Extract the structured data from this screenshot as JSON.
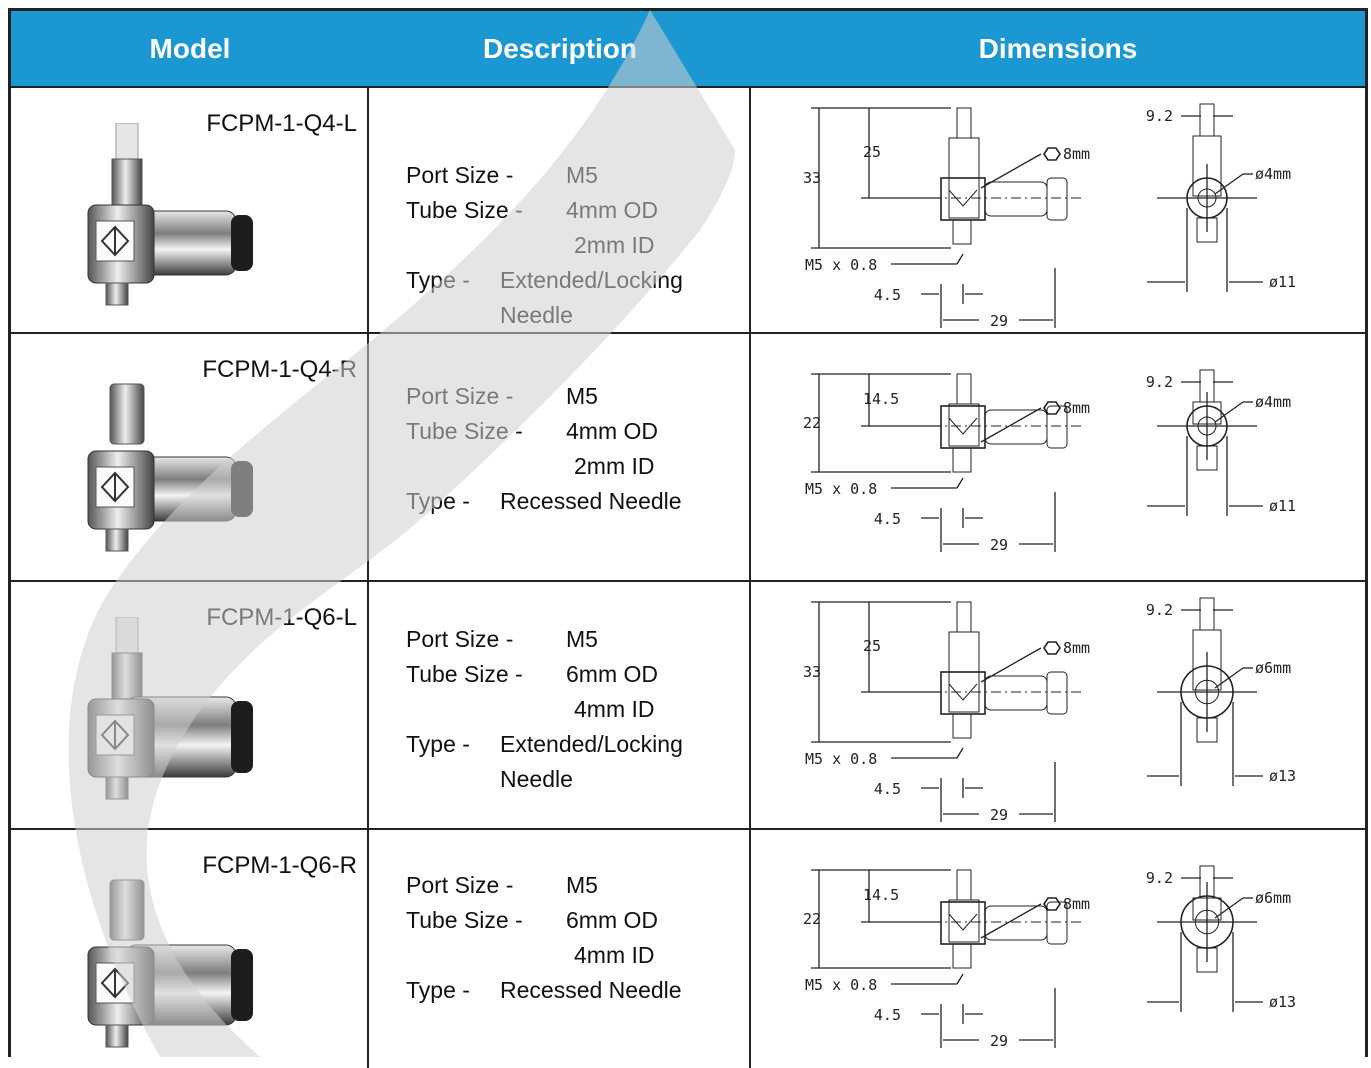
{
  "header": {
    "model": "Model",
    "description": "Description",
    "dimensions": "Dimensions"
  },
  "labels": {
    "port": "Port Size -",
    "tube": "Tube Size -",
    "type": "Type -"
  },
  "rows": [
    {
      "model": "FCPM-1-Q4-L",
      "port": "M5",
      "tube_od": "4mm OD",
      "tube_id": "2mm ID",
      "type1": "Extended/Locking",
      "type2": "Needle",
      "dims": {
        "height": "33",
        "upper": "25",
        "hex": "8mm",
        "thread": "M5 x 0.8",
        "offset": "4.5",
        "length": "29",
        "stem": "9.2",
        "tube": "ø4mm",
        "body": "ø11"
      }
    },
    {
      "model": "FCPM-1-Q4-R",
      "port": "M5",
      "tube_od": "4mm OD",
      "tube_id": "2mm ID",
      "type1": "Recessed Needle",
      "type2": "",
      "dims": {
        "height": "22",
        "upper": "14.5",
        "hex": "8mm",
        "thread": "M5 x 0.8",
        "offset": "4.5",
        "length": "29",
        "stem": "9.2",
        "tube": "ø4mm",
        "body": "ø11"
      }
    },
    {
      "model": "FCPM-1-Q6-L",
      "port": "M5",
      "tube_od": "6mm OD",
      "tube_id": "4mm ID",
      "type1": "Extended/Locking",
      "type2": "Needle",
      "dims": {
        "height": "33",
        "upper": "25",
        "hex": "8mm",
        "thread": "M5 x 0.8",
        "offset": "4.5",
        "length": "29",
        "stem": "9.2",
        "tube": "ø6mm",
        "body": "ø13"
      }
    },
    {
      "model": "FCPM-1-Q6-R",
      "port": "M5",
      "tube_od": "6mm OD",
      "tube_id": "4mm ID",
      "type1": "Recessed Needle",
      "type2": "",
      "dims": {
        "height": "22",
        "upper": "14.5",
        "hex": "8mm",
        "thread": "M5 x 0.8",
        "offset": "4.5",
        "length": "29",
        "stem": "9.2",
        "tube": "ø6mm",
        "body": "ø13"
      }
    }
  ],
  "colors": {
    "header_bg": "#1b98d2",
    "header_text": "#ffffff",
    "border": "#222222"
  }
}
